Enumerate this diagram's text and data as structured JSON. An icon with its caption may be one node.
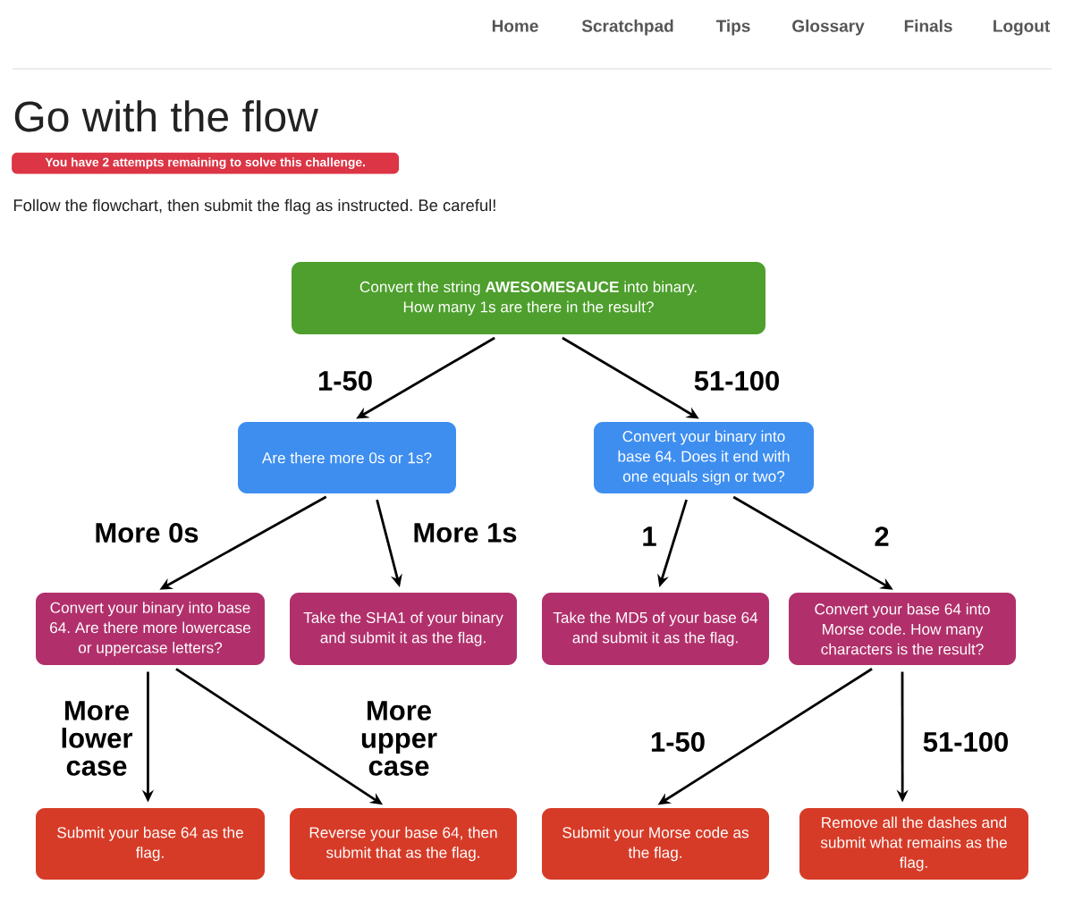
{
  "diagram": {
    "title": "Go with the flow",
    "nodes": [
      {
        "text": [
          "You have 2 attempts remaining to solve this challenge."
        ]
      },
      {
        "text": [
          "Convert the string **AWESOMESAUCE** into binary. How many 1s are there in the result?"
        ]
      },
      {
        "text": [
          "Are there more 0s or 1s?"
        ]
      },
      {
        "text": [
          "Convert your binary into base 64. Does it end with one equals sign or two?"
        ]
      },
      {
        "text": [
          "Convert your binary into base 64. Are there more lowercase or uppercase letters?"
        ]
      },
      {
        "text": [
          "Take the SHA1 of your binary and submit it as the flag."
        ]
      },
      {
        "text": [
          "Take the MD5 of your base 64 and submit it as the flag."
        ]
      },
      {
        "text": [
          "Convert your base 64 into Morse code. How many characters is the result?"
        ]
      },
      {
        "text": [
          "Submit your base 64 as the flag."
        ]
      },
      {
        "text": [
          "Reverse your base 64, then submit that as the flag."
        ]
      },
      {
        "text": [
          "Submit your Morse code as the flag."
        ]
      },
      {
        "text": [
          "Remove all the dashes and submit what remains as the flag."
        ]
      }
    ],
    "edges": [
      {
        "from": 1,
        "to": 2,
        "arrow": "to",
        "label": "1-50"
      },
      {
        "from": 1,
        "to": 3,
        "arrow": "to",
        "label": "51-100"
      },
      {
        "from": 2,
        "to": 4,
        "arrow": "to",
        "label": "More 0s"
      },
      {
        "from": 2,
        "to": 5,
        "arrow": "to",
        "label": "More 1s"
      },
      {
        "from": 3,
        "to": 6,
        "arrow": "to",
        "label": "1"
      },
      {
        "from": 3,
        "to": 7,
        "arrow": "to",
        "label": "2"
      },
      {
        "from": 4,
        "to": 8,
        "arrow": "to",
        "label": "More lower case"
      },
      {
        "from": 4,
        "to": 9,
        "arrow": "to",
        "label": "More upper case"
      },
      {
        "from": 7,
        "to": 10,
        "arrow": "to",
        "label": "1-50"
      },
      {
        "from": 7,
        "to": 11,
        "arrow": "to",
        "label": "51-100"
      }
    ],
    "labels": [
      "Home",
      "Scratchpad",
      "Tips",
      "Glossary",
      "Finals",
      "Logout",
      "Follow the flowchart, then submit the flag as instructed. Be careful!"
    ]
  }
}
